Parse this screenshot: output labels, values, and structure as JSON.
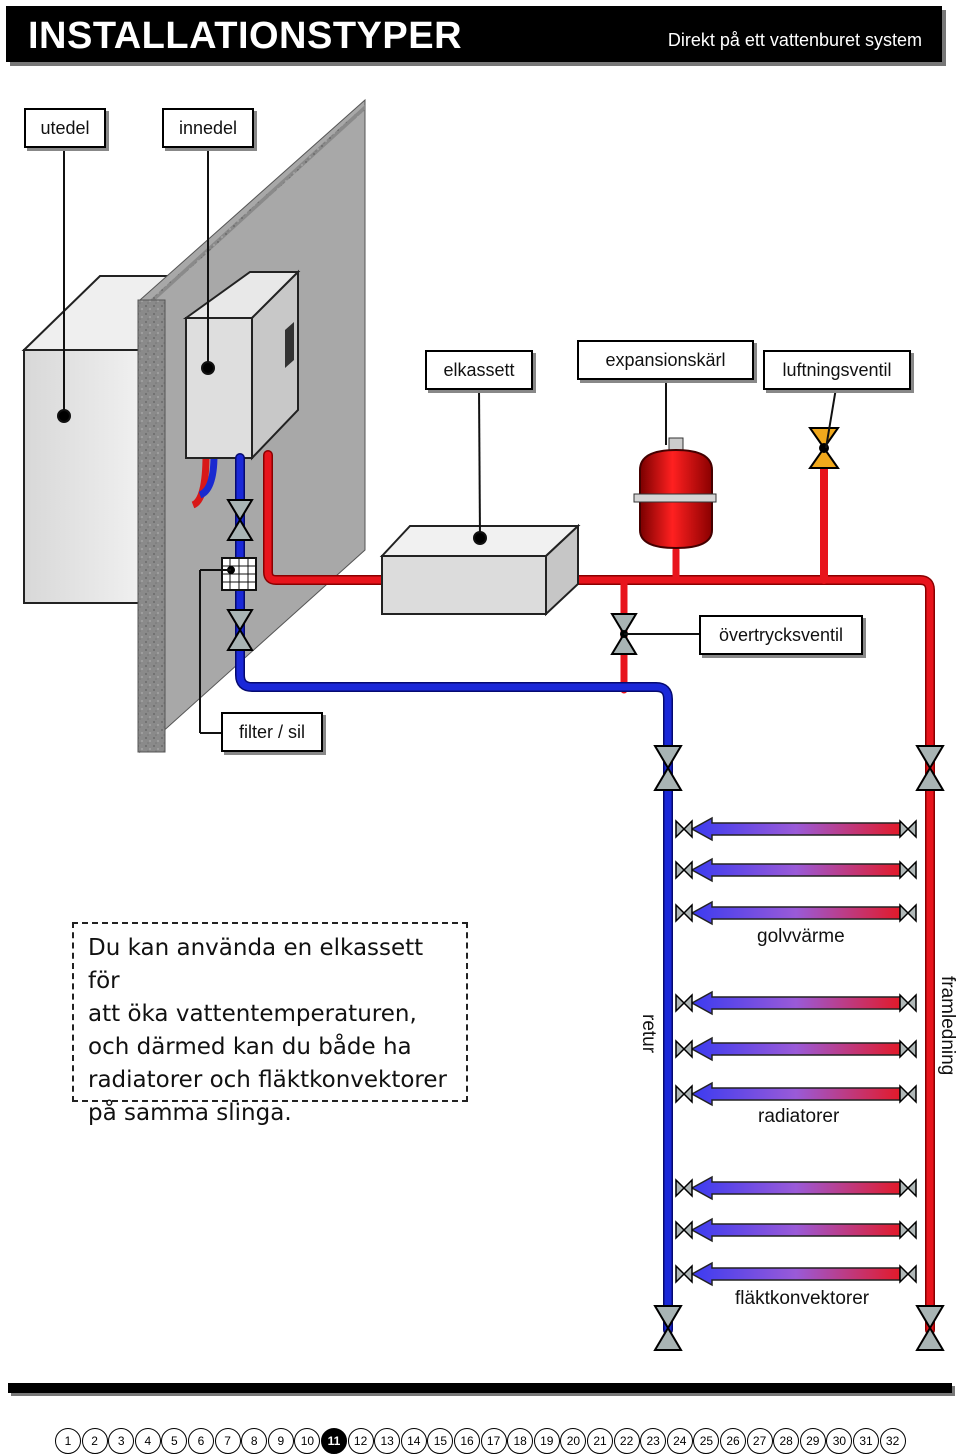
{
  "header": {
    "title": "INSTALLATIONSTYPER",
    "subtitle": "Direkt på ett vattenburet system"
  },
  "labels": {
    "utedel": "utedel",
    "innedel": "innedel",
    "elkassett": "elkassett",
    "expansionskarl": "expansionskärl",
    "luftningsventil": "luftningsventil",
    "overtrycksventil": "övertrycksventil",
    "filter": "filter / sil",
    "golvvarme": "golvvärme",
    "radiatorer": "radiatorer",
    "flaktkonvektorer": "fläktkonvektorer",
    "retur": "retur",
    "framledning": "framledning"
  },
  "note": {
    "lines": [
      "Du kan använda en elkassett för",
      "att öka vattentemperaturen,",
      "och därmed kan du både ha",
      "radiatorer och fläktkonvektorer",
      "på samma slinga."
    ]
  },
  "colors": {
    "supply": "#e3141c",
    "return": "#1228d0",
    "header_bg": "#000000",
    "tank": "#d91010"
  },
  "pagination": {
    "pages": [
      "1",
      "2",
      "3",
      "4",
      "5",
      "6",
      "7",
      "8",
      "9",
      "10",
      "11",
      "12",
      "13",
      "14",
      "15",
      "16",
      "17",
      "18",
      "19",
      "20",
      "21",
      "22",
      "23",
      "24",
      "25",
      "26",
      "27",
      "28",
      "29",
      "30",
      "31",
      "32"
    ],
    "active": "11"
  }
}
